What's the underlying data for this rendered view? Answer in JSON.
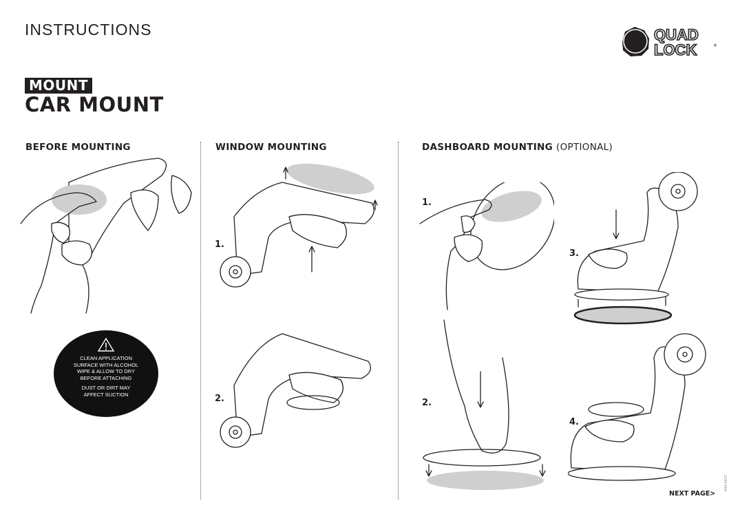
{
  "header": {
    "title": "INSTRUCTIONS",
    "brand": "QUAD LOCK®"
  },
  "product": {
    "category_tag": "MOUNT",
    "name": "CAR MOUNT"
  },
  "sections": {
    "before": {
      "title": "BEFORE MOUNTING"
    },
    "window": {
      "title": "WINDOW MOUNTING",
      "steps": [
        "1.",
        "2."
      ]
    },
    "dashboard": {
      "title": "DASHBOARD MOUNTING",
      "title_suffix": "(OPTIONAL)",
      "steps": [
        "1.",
        "2.",
        "3.",
        "4."
      ]
    }
  },
  "warning": {
    "icon": "warning-triangle-icon",
    "text1": [
      "CLEAN APPLICATION",
      "SURFACE WITH ALCOHOL",
      "WIPE & ALLOW TO DRY",
      "BEFORE ATTACHING"
    ],
    "text2": [
      "DUST OR DIRT MAY",
      "AFFECT SUCTION"
    ]
  },
  "footer": {
    "next_page": "NEXT PAGE>",
    "doc_code": "2203-V64"
  }
}
